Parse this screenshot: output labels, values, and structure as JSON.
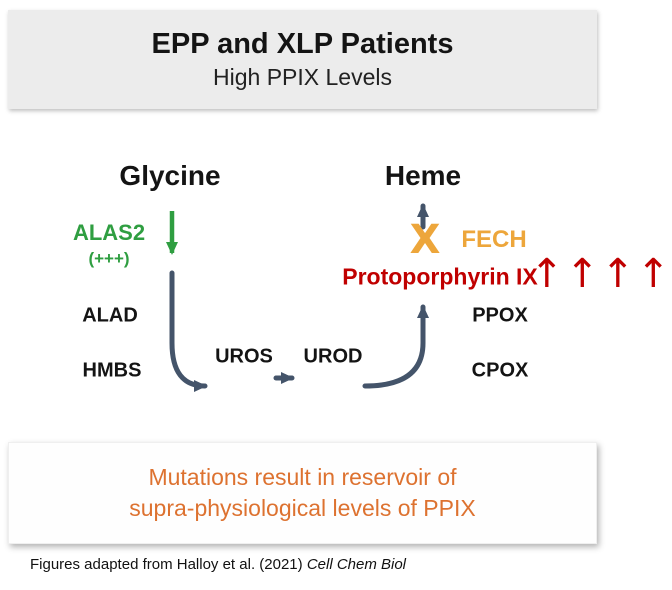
{
  "header": {
    "title": "EPP and XLP Patients",
    "subtitle": "High PPIX Levels"
  },
  "pathway": {
    "substrate": "Glycine",
    "product": "Heme",
    "enzymes": {
      "alas2": "ALAS2",
      "alas2_activity": "(+++)",
      "alad": "ALAD",
      "hmbs": "HMBS",
      "uros": "UROS",
      "urod": "UROD",
      "cpox": "CPOX",
      "ppox": "PPOX",
      "fech": "FECH"
    },
    "metabolite": "Protoporphyrin IX",
    "block_mark": "X",
    "elevation_arrows": "↑↑↑↑"
  },
  "callout": {
    "line1": "Mutations result in reservoir of",
    "line2": "supra-physiological levels of PPIX"
  },
  "footer": {
    "text": "Figures adapted from Halloy et al. (2021) ",
    "journal": "Cell Chem Biol"
  },
  "colors": {
    "green": "#2f9e41",
    "slate_arrow": "#44546a",
    "orange": "#eda63b",
    "red": "#c00000",
    "callout_orange": "#dd7230",
    "header_bg": "#ececec"
  }
}
